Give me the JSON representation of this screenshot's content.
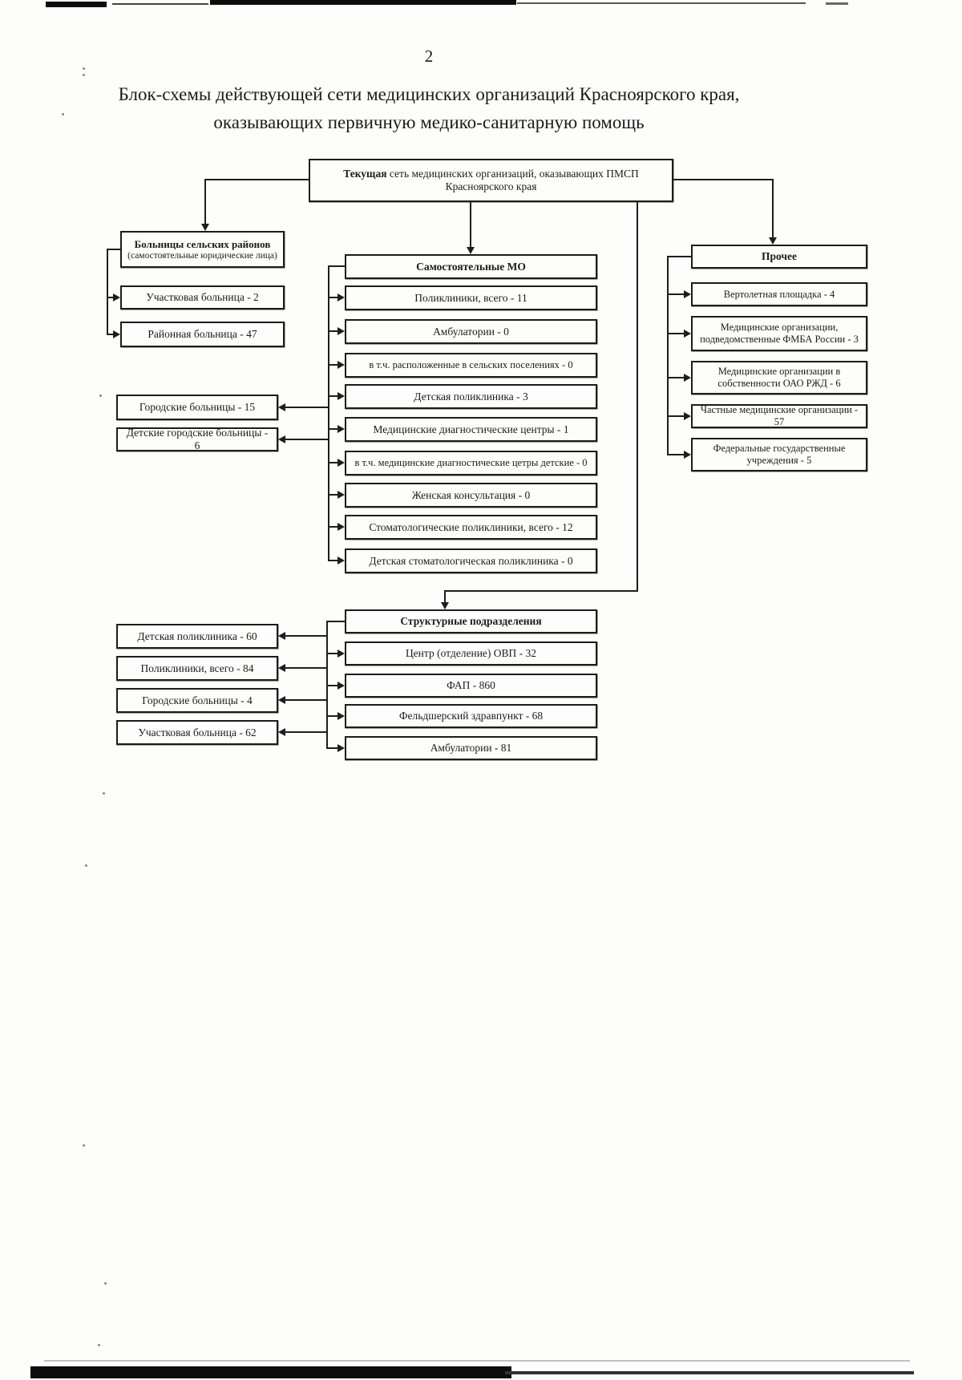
{
  "page": {
    "number": "2",
    "title_line1": "Блок-схемы действующей сети медицинских организаций Красноярского края,",
    "title_line2": "оказывающих первичную медико-санитарную помощь"
  },
  "flowchart": {
    "root": {
      "bold": "Текущая",
      "rest": " сеть медицинских организаций, оказывающих ПМСП",
      "line2": "Красноярского края"
    },
    "rural": {
      "title": "Больницы сельских районов",
      "subtitle": "(самостоятельные юридические лица)",
      "items": [
        "Участковая больница - 2",
        "Районная больница - 47"
      ]
    },
    "city_mid": [
      "Городские больницы - 15",
      "Детские городские больницы - 6"
    ],
    "independent": {
      "title": "Самостоятельные МО",
      "items": [
        "Поликлиники, всего - 11",
        "Амбулатории - 0",
        "в т.ч. расположенные в сельских поселениях - 0",
        "Детская поликлиника - 3",
        "Медицинские диагностические центры - 1",
        "в т.ч. медицинские диагностические цетры детские - 0",
        "Женская консультация - 0",
        "Стоматологические поликлиники, всего - 12",
        "Детская стоматологическая поликлиника - 0"
      ]
    },
    "other": {
      "title": "Прочее",
      "items": [
        "Вертолетная площадка - 4",
        "Медицинские организации, подведомственные ФМБА России - 3",
        "Медицинские организации в собственности ОАО РЖД - 6",
        "Частные медицинские организации - 57",
        "Федеральные государственные учреждения - 5"
      ]
    },
    "structural": {
      "title": "Структурные подразделения",
      "items": [
        "Центр (отделение) ОВП - 32",
        "ФАП - 860",
        "Фельдшерский здравпункт - 68",
        "Амбулатории - 81"
      ],
      "left_items": [
        "Детская поликлиника - 60",
        "Поликлиники, всего - 84",
        "Городские больницы - 4",
        "Участковая больница - 62"
      ]
    }
  }
}
